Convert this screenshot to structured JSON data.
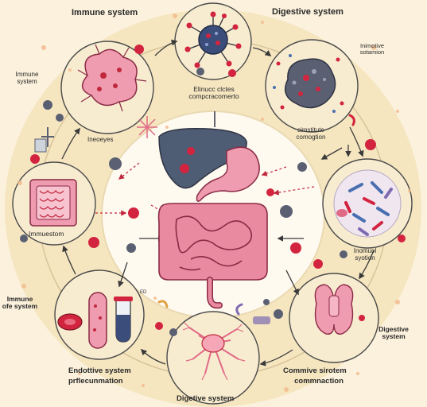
{
  "labels": {
    "immune_system_top": "Immune system",
    "digestive_system_top": "Digestive system",
    "immune_system_left": "Immune system",
    "immune_cells_center": "Elinucc clctes compcracomerto",
    "inmotive_sotamion": "Inimotive sotamion",
    "ineoeyes": "Ineoeyes",
    "simstitute_comogtion": "simstitute comogtion",
    "immuestom": "Immuestom",
    "inomuol_syotion": "Inomuol syotion",
    "immune_ofe_system": "Immune ofe system",
    "digestive_system_right": "Digestive system",
    "endottive_title": "Endottive system",
    "endottive_sub": "prflecunmation",
    "commive_title": "Commive sirotem",
    "commive_sub": "commnaction",
    "digestive_system_bottom": "Digetive system",
    "small_mark": "ED"
  },
  "colors": {
    "background": "#fbf1dc",
    "ring": "#f3e3b8",
    "center": "#fffaf0",
    "intestine": "#e98aa0",
    "liver": "#4e5c74",
    "stomach": "#ef9bb0",
    "node_red": "#d3243f",
    "node_dark": "#5a6072"
  },
  "icons": [
    "virus-icon",
    "bacteria-icon",
    "macrophage-icon",
    "blood-cell-icon",
    "test-tube-icon",
    "villi-icon",
    "thyroid-icon",
    "nerve-cell-icon",
    "liver-icon",
    "stomach-icon",
    "intestine-icon"
  ]
}
